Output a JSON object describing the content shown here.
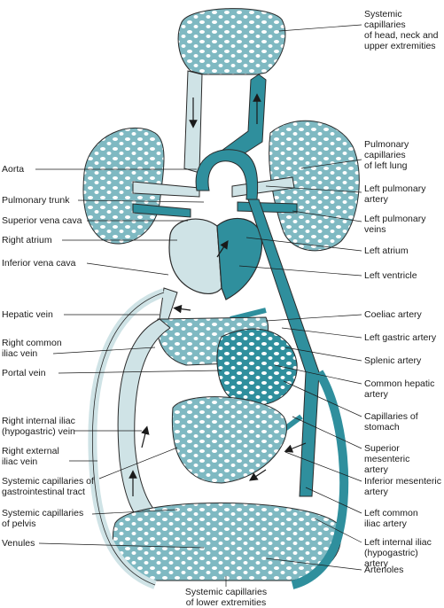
{
  "colors": {
    "oxygenated": "#2f8f9d",
    "deoxygenated": "#cfe3e6",
    "outline": "#2b2b2b",
    "background": "#ffffff"
  },
  "labels_left": [
    "Aorta",
    "Pulmonary trunk",
    "Superior vena cava",
    "Right atrium",
    "Inferior vena cava",
    "Hepatic vein",
    "Right common\niliac vein",
    "Portal vein",
    "Right internal iliac\n(hypogastric) vein",
    "Right external\niliac vein",
    "Systemic capillaries of\ngastrointestinal tract",
    "Systemic capillaries\nof pelvis",
    "Venules"
  ],
  "labels_right": [
    "Systemic capillaries\nof head, neck and\nupper extremities",
    "Pulmonary\ncapillaries\nof left lung",
    "Left pulmonary\nartery",
    "Left pulmonary\nveins",
    "Left atrium",
    "Left ventricle",
    "Coeliac artery",
    "Left gastric artery",
    "Splenic artery",
    "Common hepatic\nartery",
    "Capillaries of\nstomach",
    "Superior mesenteric\nartery",
    "Inferior mesenteric\nartery",
    "Left common\niliac artery",
    "Left internal iliac\n(hypogastric) artery",
    "Arterioles"
  ],
  "label_bottom": "Systemic capillaries\nof lower extremities"
}
